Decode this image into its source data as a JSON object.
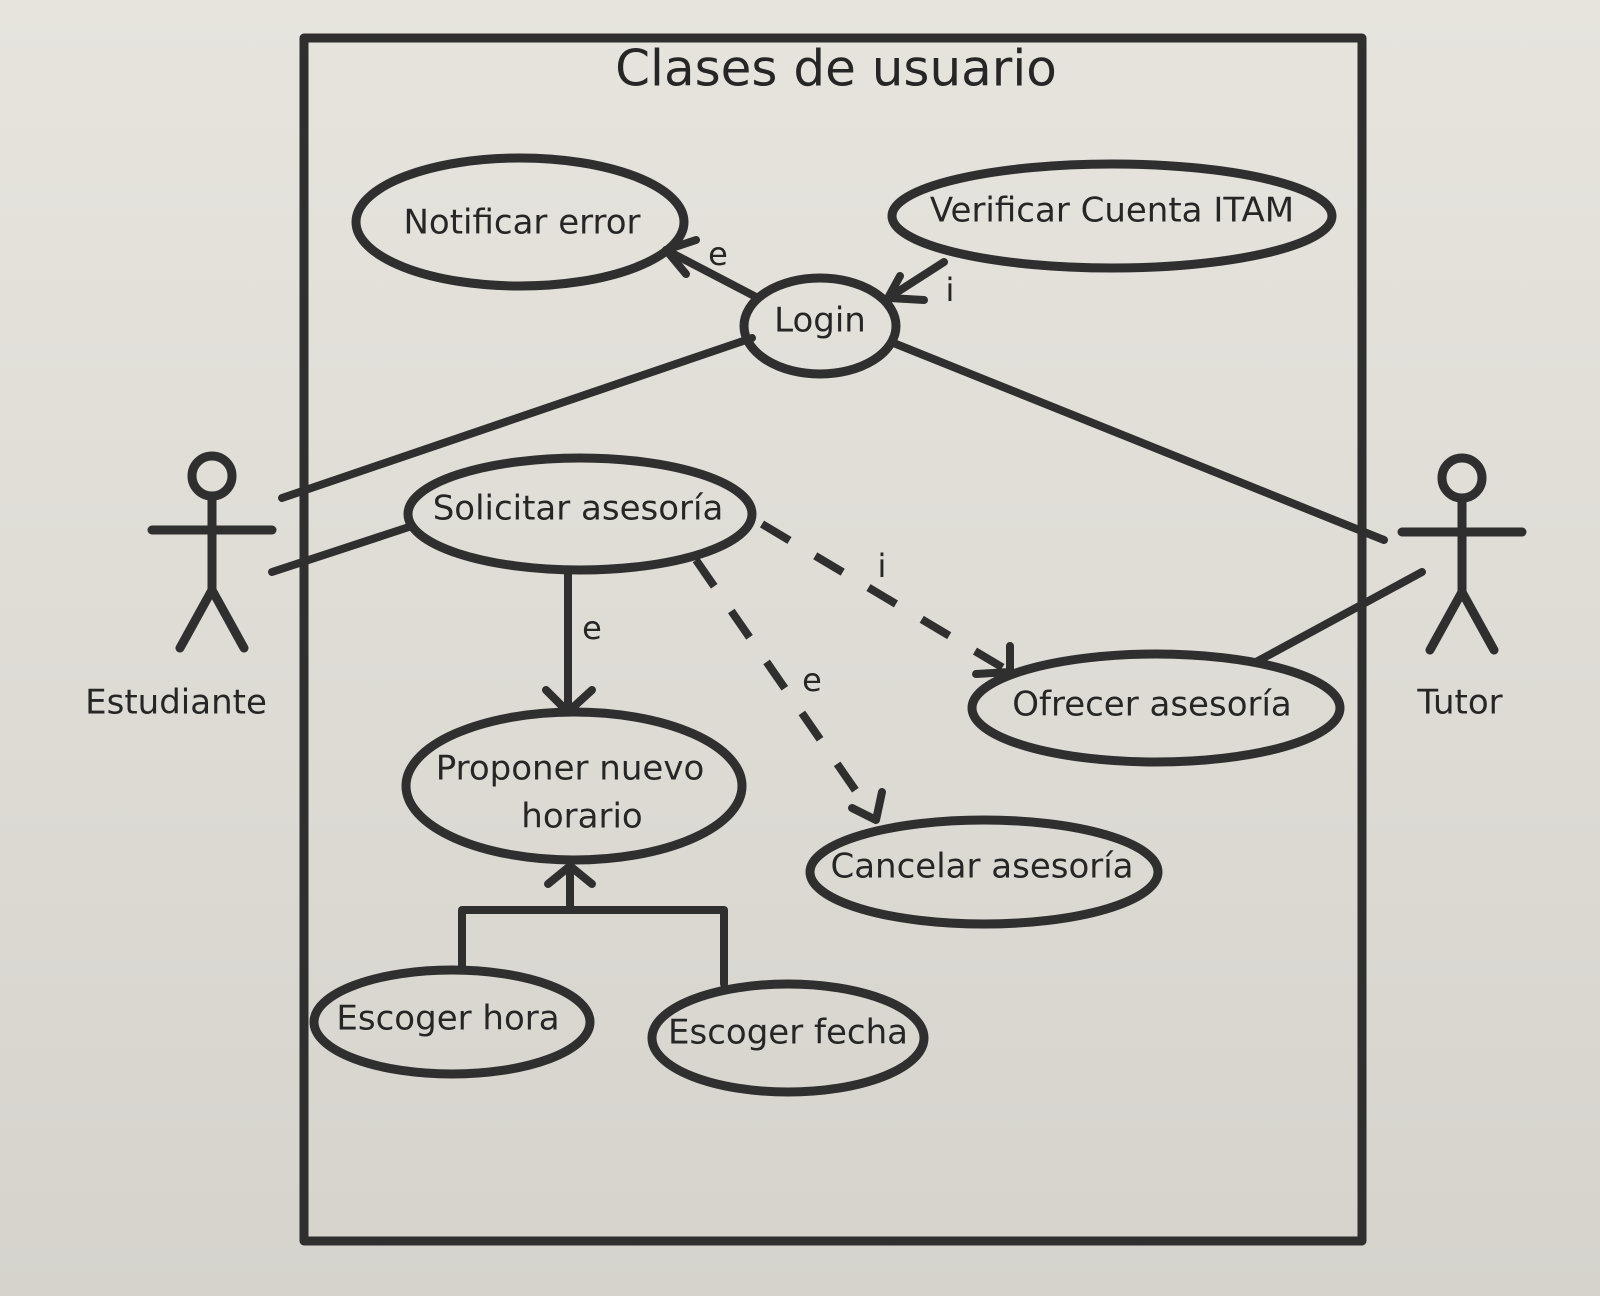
{
  "diagram": {
    "title": "Clases de usuario",
    "actors": [
      {
        "id": "estudiante",
        "name": "Estudiante"
      },
      {
        "id": "tutor",
        "name": "Tutor"
      }
    ],
    "use_cases": {
      "notificar_error": "Notificar error",
      "verificar_cuenta": "Verificar Cuenta ITAM",
      "login": "Login",
      "solicitar_asesoria": "Solicitar asesoría",
      "proponer_horario_line1": "Proponer nuevo",
      "proponer_horario_line2": "horario",
      "ofrecer_asesoria": "Ofrecer asesoría",
      "cancelar_asesoria": "Cancelar asesoría",
      "escoger_hora": "Escoger hora",
      "escoger_fecha": "Escoger fecha"
    },
    "relations": [
      {
        "from": "Login",
        "to": "Notificar error",
        "label": "e"
      },
      {
        "from": "Verificar Cuenta ITAM",
        "to": "Login",
        "label": "i"
      },
      {
        "from": "Solicitar asesoría",
        "to": "Ofrecer asesoría",
        "label": "i"
      },
      {
        "from": "Solicitar asesoría",
        "to": "Proponer nuevo horario",
        "label": "e"
      },
      {
        "from": "Solicitar asesoría",
        "to": "Cancelar asesoría",
        "label": "e"
      }
    ],
    "colors": {
      "ink": "#2f2f2f",
      "background": "#e3e0da"
    }
  }
}
